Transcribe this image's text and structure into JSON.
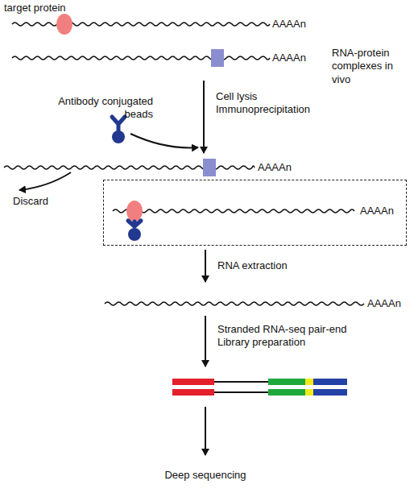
{
  "diagram": {
    "nodes": [
      {
        "text": [
          "AAAAn"
        ]
      }
    ],
    "labels": [
      "target protein",
      "AAAAn",
      "RNA-protein complexes in vivo",
      "AAAAn",
      "Cell lysis Immunoprecipitation",
      "Antibody conjugated beads",
      "AAAAn",
      "Discard",
      "RNA extraction",
      "AAAAn",
      "Stranded RNA-seq pair-end Library preparation",
      "Deep sequencing"
    ]
  }
}
